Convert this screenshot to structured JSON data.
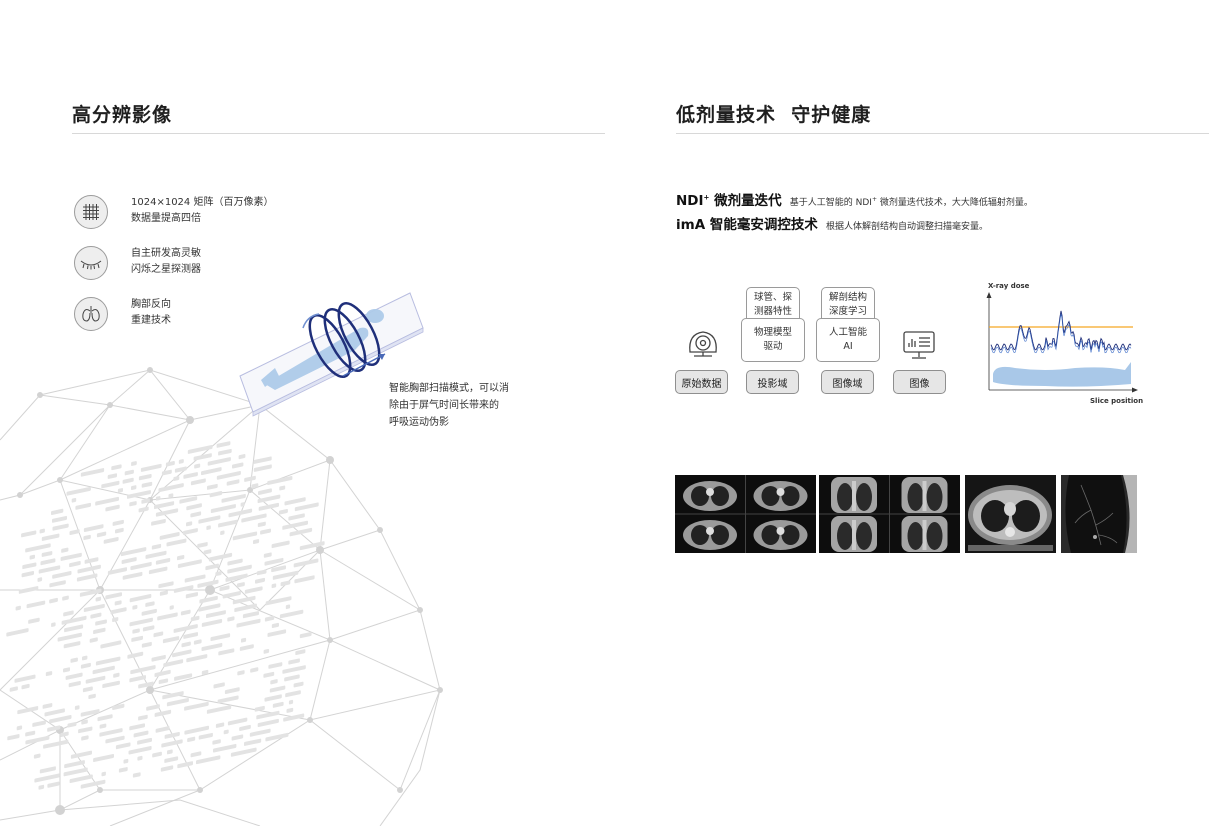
{
  "left": {
    "title": "高分辨影像",
    "features": [
      {
        "icon": "matrix-grid-icon",
        "line1": "1024×1024 矩阵（百万像素）",
        "line2": "数据量提高四倍"
      },
      {
        "icon": "eye-lashes-icon",
        "line1": "自主研发高灵敏",
        "line2": "闪烁之星探测器"
      },
      {
        "icon": "lungs-icon",
        "line1": "胸部反向",
        "line2": "重建技术"
      }
    ],
    "scan_note": {
      "line1": "智能胸部扫描模式，可以消",
      "line2": "除由于屏气时间长带来的",
      "line3": "呼吸运动伪影"
    }
  },
  "right": {
    "title": "低剂量技术  守护健康",
    "tech": [
      {
        "name_main": "NDI",
        "name_sup": "+",
        "name_rest": " 微剂量迭代",
        "desc_a": "基于人工智能的 NDI",
        "desc_sup": "+",
        "desc_b": " 微剂量迭代技术，大大降低辐射剂量。"
      },
      {
        "name_main": "imA 智能毫安调控技术",
        "name_sup": "",
        "name_rest": "",
        "desc_a": "根据人体解剖结构自动调整扫描毫安量。",
        "desc_sup": "",
        "desc_b": ""
      }
    ],
    "flow": {
      "top_boxes": [
        {
          "line1": "球管、探",
          "line2": "测器特性"
        },
        {
          "line1": "解剖结构",
          "line2": "深度学习"
        }
      ],
      "mid_boxes": [
        {
          "line1": "物理模型",
          "line2": "驱动"
        },
        {
          "line1": "人工智能",
          "line2": "AI"
        }
      ],
      "stages": [
        "原始数据",
        "投影域",
        "图像域",
        "图像"
      ],
      "icons": [
        "ct-scanner-icon",
        "monitor-chart-icon"
      ]
    },
    "dose_chart": {
      "ylabel": "X-ray dose",
      "xlabel": "Slice position"
    }
  },
  "colors": {
    "accent_orange": "#f5a623",
    "curve_navy": "#1f2f7a",
    "body_blue": "#a9c8e8",
    "pill_gray": "#e6e6e6"
  }
}
